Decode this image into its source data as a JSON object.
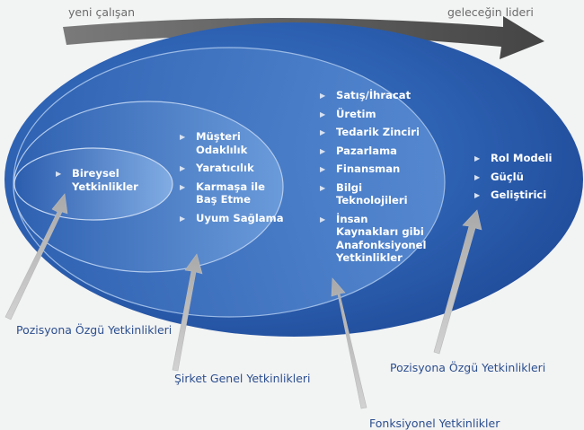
{
  "top_arrow": {
    "start_label": "yeni çalışan",
    "end_label": "geleceğin lideri"
  },
  "center": {
    "label_line1": "Bireysel",
    "label_line2": "Yetkinlikler"
  },
  "company_items": [
    [
      "Müşteri",
      "Odaklılık"
    ],
    [
      "Yaratıcılık"
    ],
    [
      "Karmaşa ile",
      "Baş Etme"
    ],
    [
      "Uyum Sağlama"
    ]
  ],
  "functional_items": [
    [
      "Satış/İhracat"
    ],
    [
      "Üretim"
    ],
    [
      "Tedarik Zinciri"
    ],
    [
      "Pazarlama"
    ],
    [
      "Finansman"
    ],
    [
      "Bilgi",
      "Teknolojileri"
    ],
    [
      "İnsan",
      "Kaynakları gibi",
      "Anafonksiyonel",
      "Yetkinlikler"
    ]
  ],
  "outer_items": [
    [
      "Rol Modeli"
    ],
    [
      "Güçlü"
    ],
    [
      "Geliştirici"
    ]
  ],
  "callouts": {
    "left": "Pozisyona Özgü Yetkinlikleri",
    "company": "Şirket Genel Yetkinlikleri",
    "functional": "Fonksiyonel Yetkinlikler",
    "right": "Pozisyona Özgü Yetkinlikleri"
  },
  "colors": {
    "outer_ellipse": "#2f63b0",
    "callout_text": "#2c4f8f",
    "top_arrow": "#555555",
    "pointer_arrow": "#c8c8c8"
  }
}
